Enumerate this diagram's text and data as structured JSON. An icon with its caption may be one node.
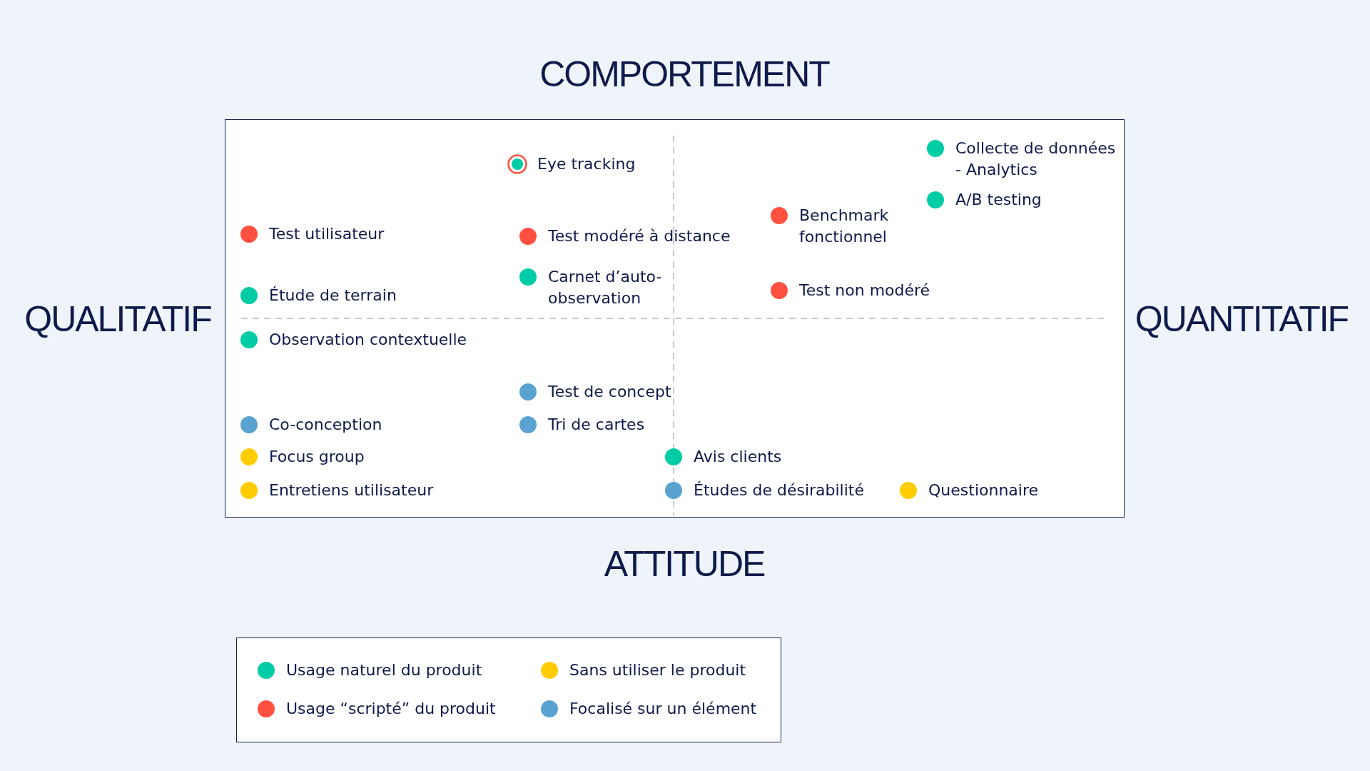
{
  "diagram": {
    "labels": [
      "COMPORTEMENT",
      "QUALITATIF",
      "QUANTITATIF",
      "Eye tracking",
      "Collecte de données - Analytics",
      "A/B testing",
      "Benchmark fonctionnel",
      "Test utilisateur",
      "Test modéré à distance",
      "Carnet d’auto-observation",
      "Étude de terrain",
      "Test non modéré",
      "Observation contextuelle",
      "Test de concept",
      "Co-conception",
      "Tri de cartes",
      "Focus group",
      "Avis clients",
      "Entretiens utilisateur",
      "Études de désirabilité",
      "Questionnaire",
      "ATTITUDE"
    ],
    "legend": [
      {
        "text": "Usage naturel du produit",
        "color": "#00cca5"
      },
      {
        "text": "Usage “scripté” du produit",
        "color": "#ff5040"
      },
      {
        "text": "Sans utiliser le produit",
        "color": "#ffcc00"
      },
      {
        "text": "Focalisé sur un élément",
        "color": "#5aa2cf"
      }
    ]
  }
}
